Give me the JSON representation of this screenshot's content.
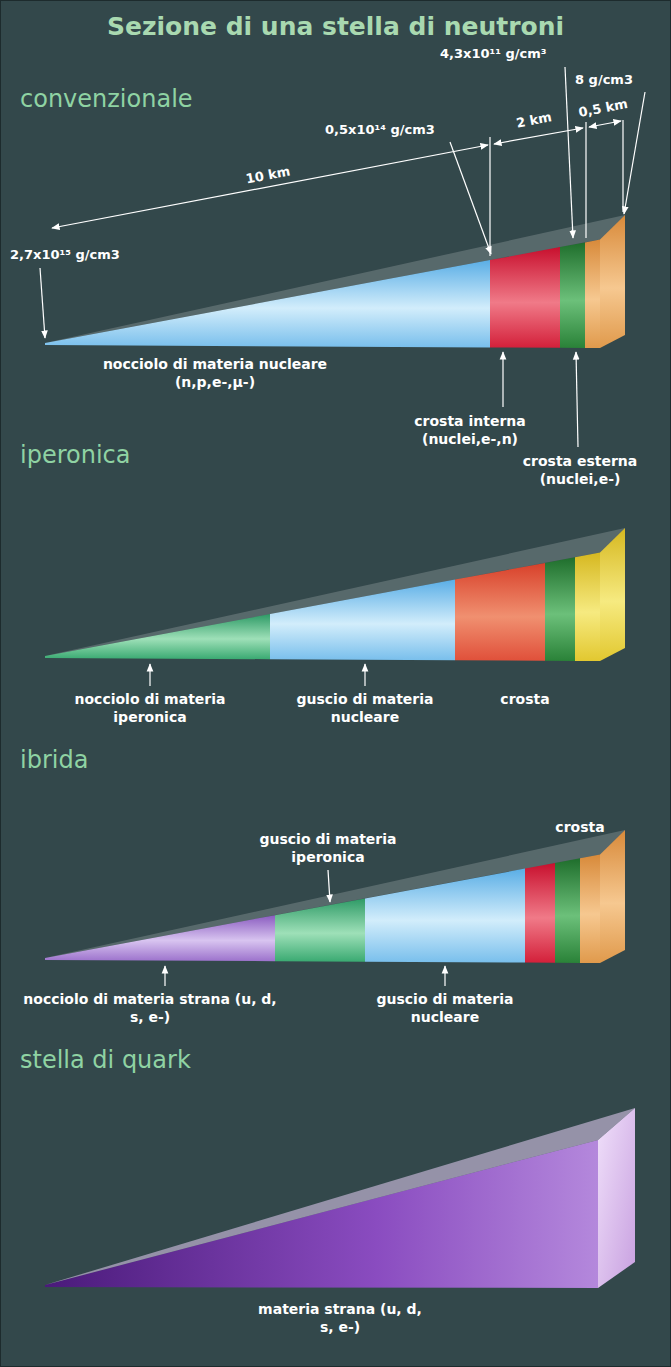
{
  "diagram": {
    "title": "Sezione di una stella di neutroni",
    "labels": [
      "convenzionale",
      "4,3x10¹¹ g/cm³",
      "8 g/cm3",
      "0,5x10¹⁴ g/cm3",
      "2 km",
      "0,5 km",
      "10 km",
      "2,7x10¹⁵ g/cm3",
      "nocciolo di materia nucleare (n,p,e-,μ-)",
      "crosta interna (nuclei,e-,n)",
      "crosta esterna (nuclei,e-)",
      "iperonica",
      "nocciolo di materia iperonica",
      "guscio di materia nucleare",
      "crosta",
      "ibrida",
      "guscio di materia iperonica",
      "crosta",
      "nocciolo di materia strana (u, d, s, e-)",
      "guscio di materia nucleare",
      "stella di quark",
      "materia strana (u, d, s, e-)"
    ]
  }
}
